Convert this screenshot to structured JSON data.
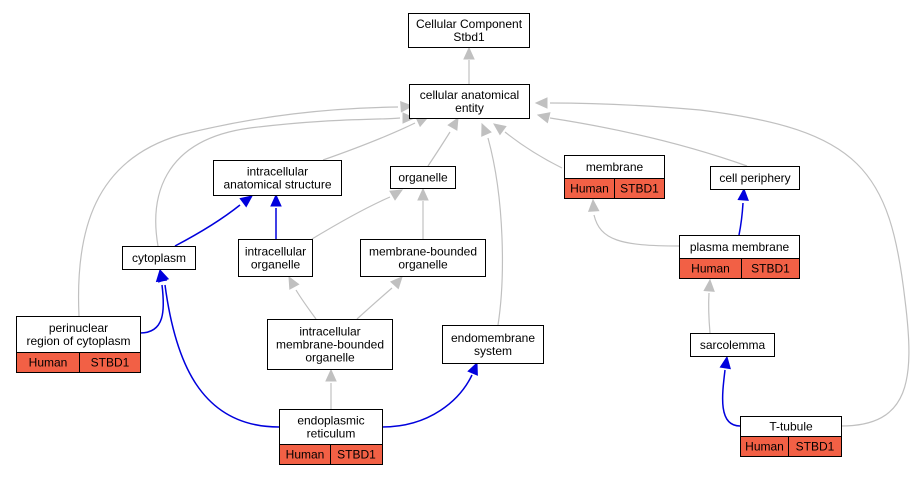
{
  "nodes": {
    "root": {
      "lines": [
        "Cellular Component",
        "Stbd1"
      ]
    },
    "cae": {
      "lines": [
        "cellular anatomical",
        "entity"
      ]
    },
    "ias": {
      "lines": [
        "intracellular",
        "anatomical structure"
      ]
    },
    "organelle": {
      "lines": [
        "organelle"
      ]
    },
    "membrane": {
      "lines": [
        "membrane"
      ],
      "annotation": [
        "Human",
        "STBD1"
      ]
    },
    "cellperiphery": {
      "lines": [
        "cell periphery"
      ]
    },
    "cytoplasm": {
      "lines": [
        "cytoplasm"
      ]
    },
    "intraorg": {
      "lines": [
        "intracellular",
        "organelle"
      ]
    },
    "mbo": {
      "lines": [
        "membrane-bounded",
        "organelle"
      ]
    },
    "plasmamembrane": {
      "lines": [
        "plasma membrane"
      ],
      "annotation": [
        "Human",
        "STBD1"
      ]
    },
    "perinuclear": {
      "lines": [
        "perinuclear",
        "region of cytoplasm"
      ],
      "annotation": [
        "Human",
        "STBD1"
      ]
    },
    "imbo": {
      "lines": [
        "intracellular",
        "membrane-bounded",
        "organelle"
      ]
    },
    "endomembrane": {
      "lines": [
        "endomembrane",
        "system"
      ]
    },
    "sarcolemma": {
      "lines": [
        "sarcolemma"
      ]
    },
    "er": {
      "lines": [
        "endoplasmic",
        "reticulum"
      ],
      "annotation": [
        "Human",
        "STBD1"
      ]
    },
    "ttubule": {
      "lines": [
        "T-tubule"
      ],
      "annotation": [
        "Human",
        "STBD1"
      ]
    }
  },
  "edges": [
    {
      "from": "cae",
      "to": "root",
      "kind": "is_a",
      "color": "#c0c0c0"
    },
    {
      "from": "ias",
      "to": "cae",
      "kind": "is_a",
      "color": "#c0c0c0"
    },
    {
      "from": "organelle",
      "to": "cae",
      "kind": "is_a",
      "color": "#c0c0c0"
    },
    {
      "from": "membrane",
      "to": "cae",
      "kind": "is_a",
      "color": "#c0c0c0"
    },
    {
      "from": "cellperiphery",
      "to": "cae",
      "kind": "is_a",
      "color": "#c0c0c0"
    },
    {
      "from": "cytoplasm",
      "to": "cae",
      "kind": "is_a",
      "color": "#c0c0c0"
    },
    {
      "from": "perinuclear",
      "to": "cae",
      "kind": "is_a",
      "color": "#c0c0c0"
    },
    {
      "from": "endomembrane",
      "to": "cae",
      "kind": "is_a",
      "color": "#c0c0c0"
    },
    {
      "from": "ttubule",
      "to": "cae",
      "kind": "is_a",
      "color": "#c0c0c0"
    },
    {
      "from": "cytoplasm",
      "to": "ias",
      "kind": "part_of",
      "color": "#0000dd"
    },
    {
      "from": "intraorg",
      "to": "ias",
      "kind": "part_of",
      "color": "#0000dd"
    },
    {
      "from": "intraorg",
      "to": "organelle",
      "kind": "is_a",
      "color": "#c0c0c0"
    },
    {
      "from": "mbo",
      "to": "organelle",
      "kind": "is_a",
      "color": "#c0c0c0"
    },
    {
      "from": "plasmamembrane",
      "to": "cellperiphery",
      "kind": "part_of",
      "color": "#0000dd"
    },
    {
      "from": "plasmamembrane",
      "to": "membrane",
      "kind": "is_a",
      "color": "#c0c0c0"
    },
    {
      "from": "perinuclear",
      "to": "cytoplasm",
      "kind": "part_of",
      "color": "#0000dd"
    },
    {
      "from": "imbo",
      "to": "intraorg",
      "kind": "is_a",
      "color": "#c0c0c0"
    },
    {
      "from": "imbo",
      "to": "mbo",
      "kind": "is_a",
      "color": "#c0c0c0"
    },
    {
      "from": "sarcolemma",
      "to": "plasmamembrane",
      "kind": "is_a",
      "color": "#c0c0c0"
    },
    {
      "from": "er",
      "to": "imbo",
      "kind": "is_a",
      "color": "#c0c0c0"
    },
    {
      "from": "er",
      "to": "cytoplasm",
      "kind": "part_of",
      "color": "#0000dd"
    },
    {
      "from": "er",
      "to": "endomembrane",
      "kind": "part_of",
      "color": "#0000dd"
    },
    {
      "from": "ttubule",
      "to": "sarcolemma",
      "kind": "part_of",
      "color": "#0000dd"
    }
  ]
}
